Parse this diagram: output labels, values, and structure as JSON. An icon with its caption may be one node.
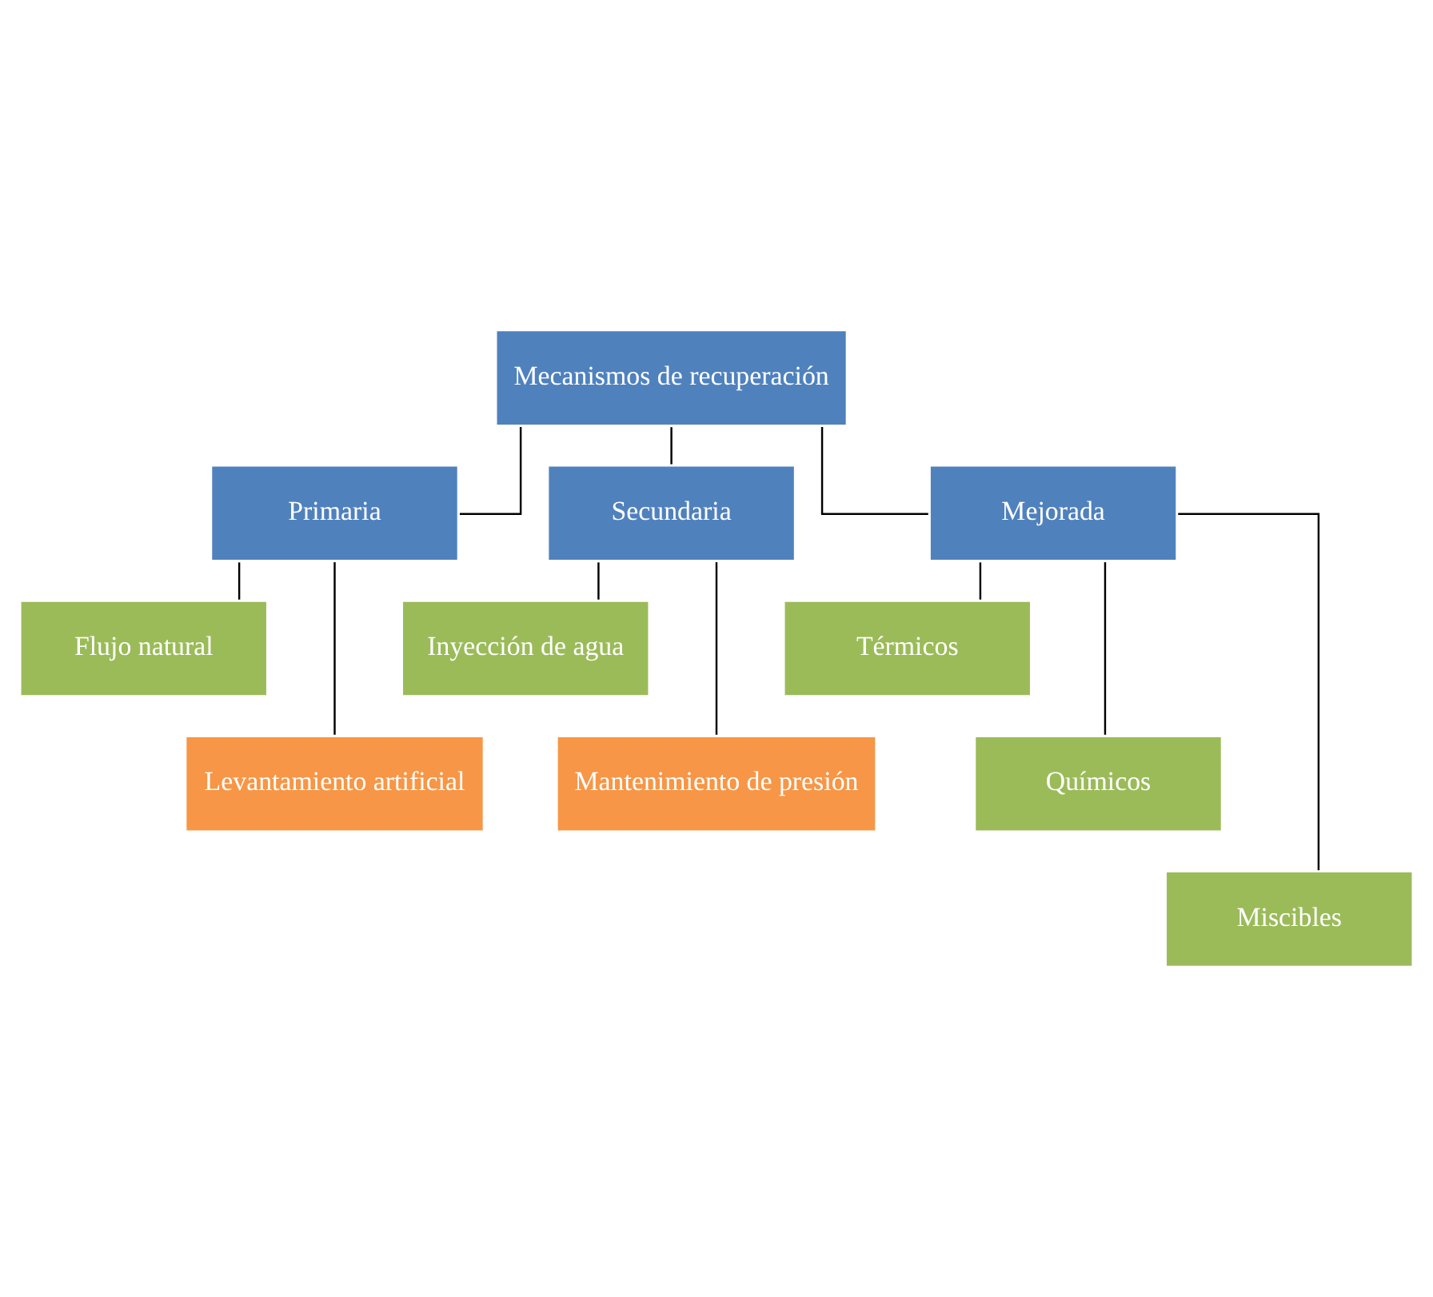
{
  "diagram": {
    "nodes": [
      {
        "text": [
          "Mecanismos de recuperación"
        ]
      },
      {
        "text": [
          "Primaria"
        ]
      },
      {
        "text": [
          "Secundaria"
        ]
      },
      {
        "text": [
          "Mejorada"
        ]
      },
      {
        "text": [
          "Flujo natural"
        ]
      },
      {
        "text": [
          "Levantamiento artificial"
        ]
      },
      {
        "text": [
          "Inyección de agua"
        ]
      },
      {
        "text": [
          "Mantenimiento de presión"
        ]
      },
      {
        "text": [
          "Térmicos"
        ]
      },
      {
        "text": [
          "Químicos"
        ]
      },
      {
        "text": [
          "Miscibles"
        ]
      }
    ],
    "edges": [
      {
        "from": 0,
        "to": 1,
        "arrow": "none"
      },
      {
        "from": 0,
        "to": 2,
        "arrow": "none"
      },
      {
        "from": 0,
        "to": 3,
        "arrow": "none"
      },
      {
        "from": 1,
        "to": 4,
        "arrow": "none"
      },
      {
        "from": 1,
        "to": 5,
        "arrow": "none"
      },
      {
        "from": 2,
        "to": 6,
        "arrow": "none"
      },
      {
        "from": 2,
        "to": 7,
        "arrow": "none"
      },
      {
        "from": 3,
        "to": 8,
        "arrow": "none"
      },
      {
        "from": 3,
        "to": 9,
        "arrow": "none"
      },
      {
        "from": 3,
        "to": 10,
        "arrow": "none"
      }
    ]
  }
}
